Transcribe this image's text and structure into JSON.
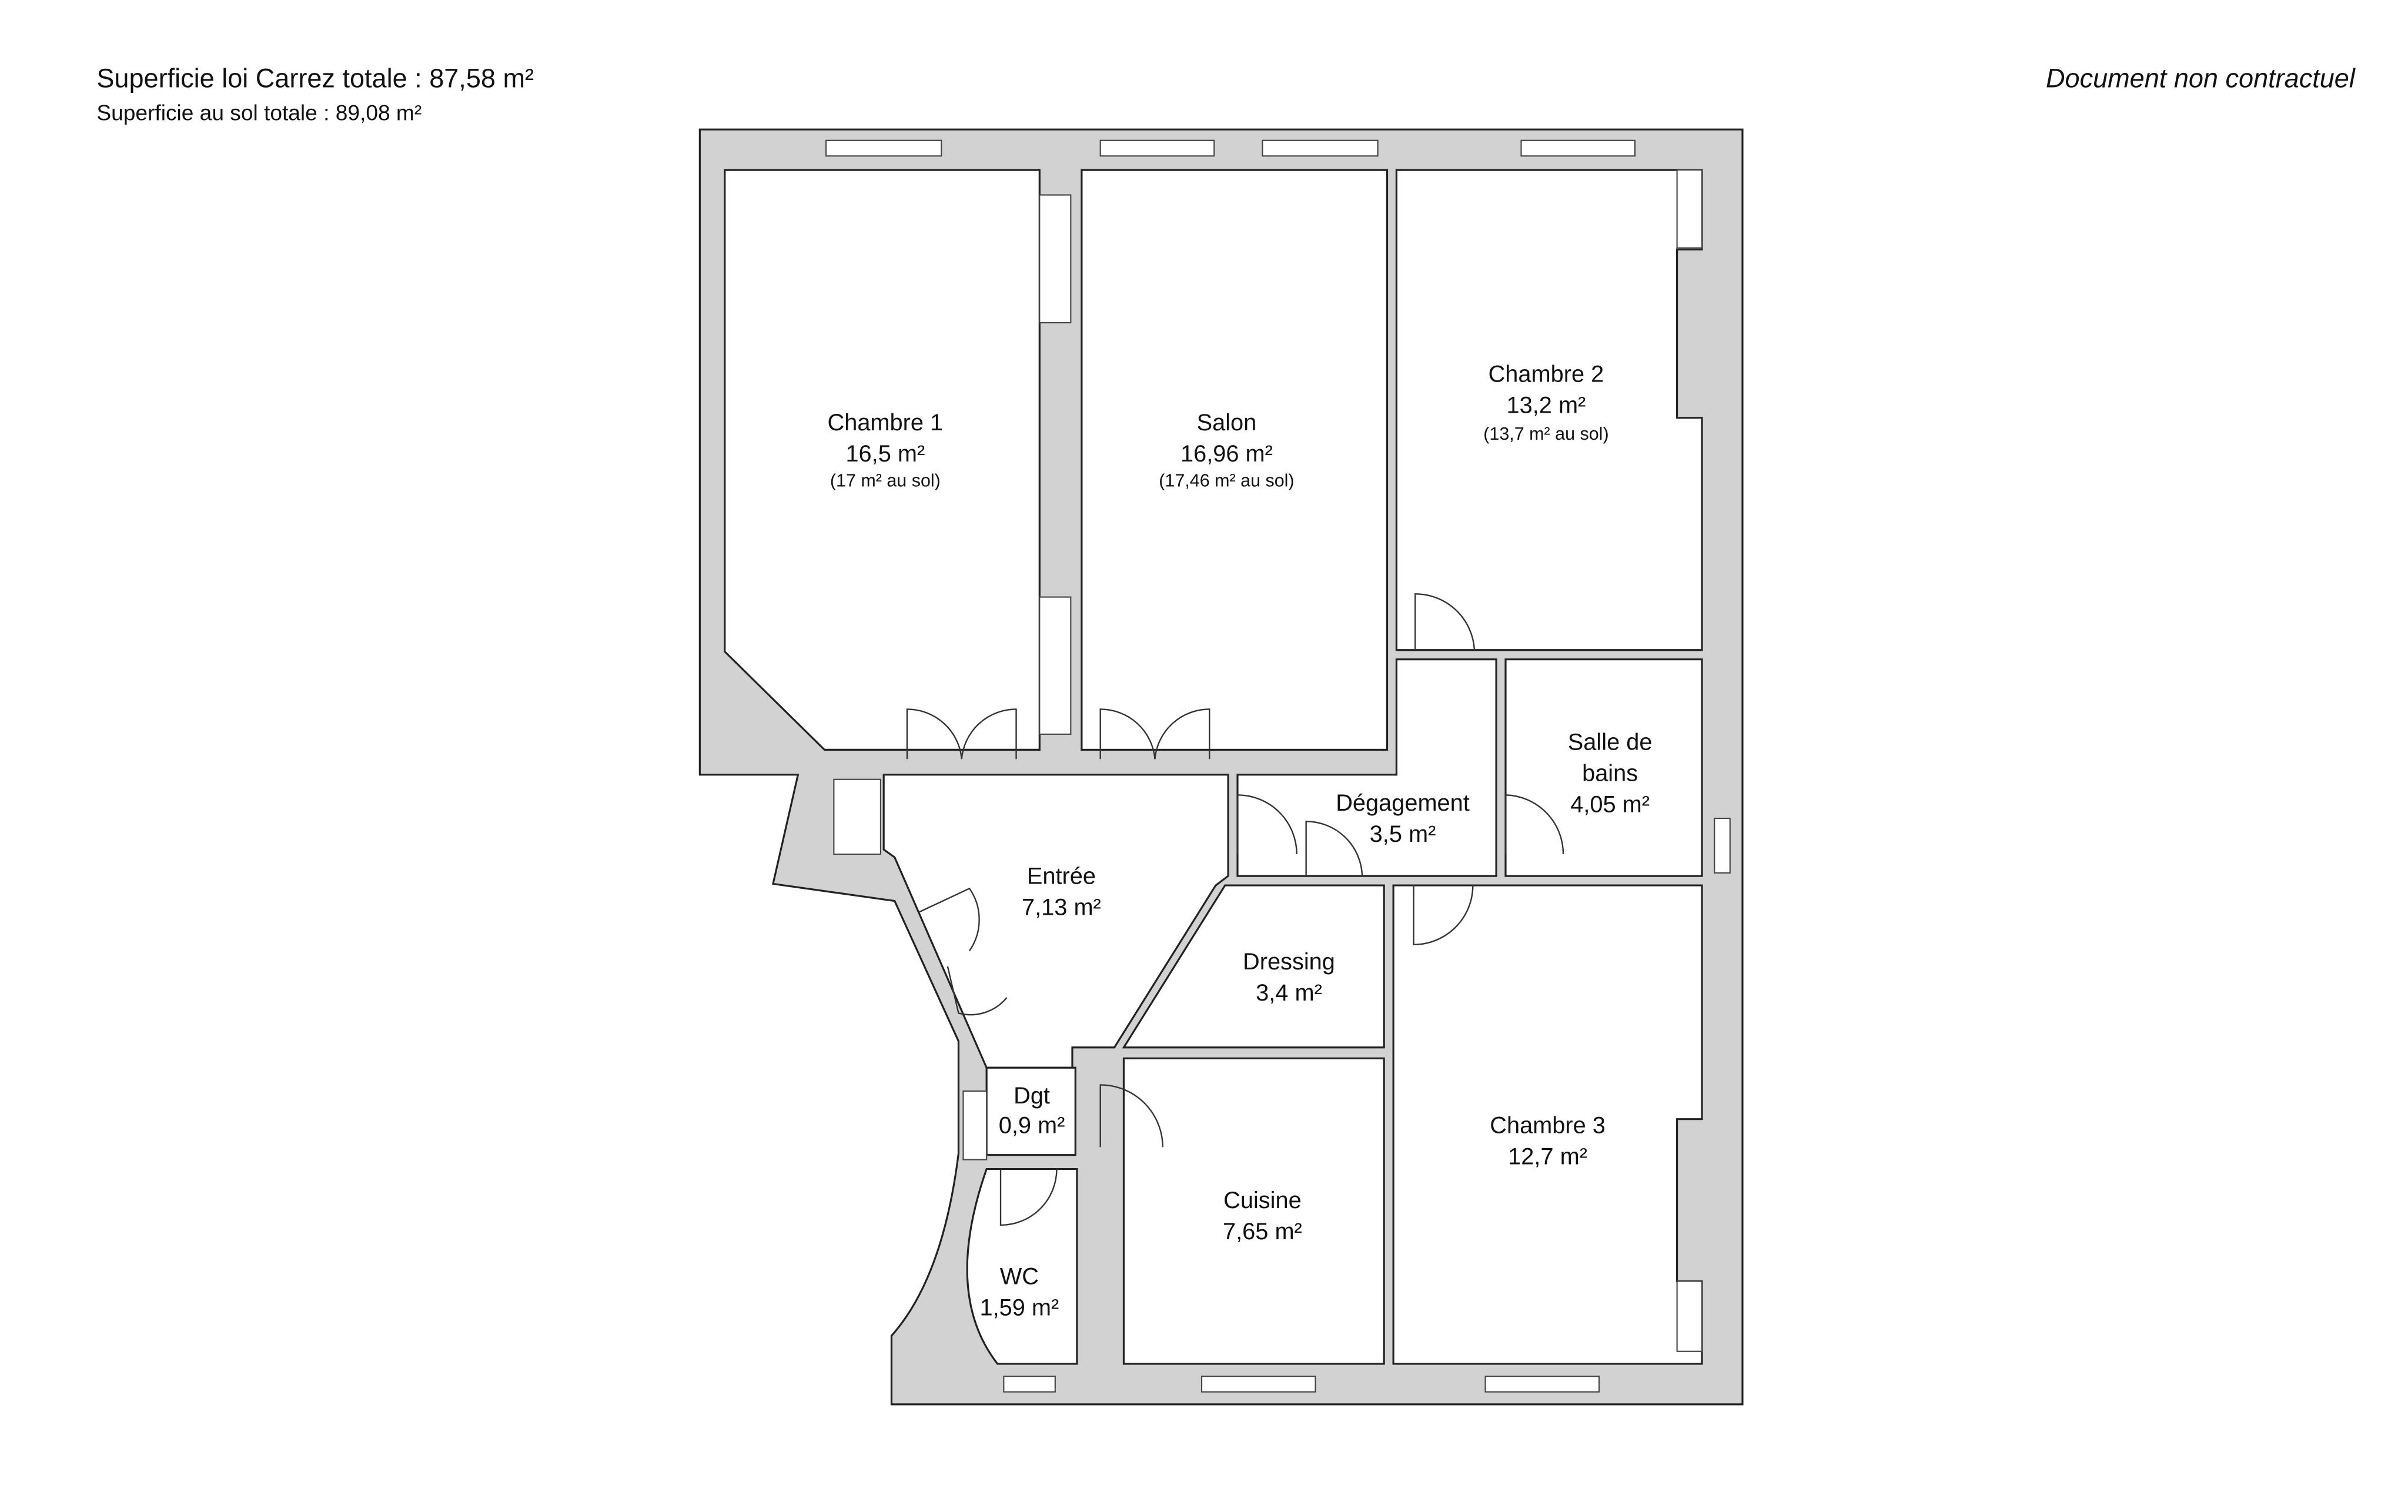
{
  "header": {
    "carrez_total": "Superficie loi Carrez totale :  87,58 m²",
    "sol_total": "Superficie au sol totale :  89,08 m²",
    "disclaimer": "Document non contractuel"
  },
  "rooms": [
    {
      "name": "Chambre 1",
      "area": "16,5 m²",
      "floor": "(17 m² au sol)"
    },
    {
      "name": "Salon",
      "area": "16,96 m²",
      "floor": "(17,46 m² au sol)"
    },
    {
      "name": "Chambre 2",
      "area": "13,2 m²",
      "floor": "(13,7 m² au sol)"
    },
    {
      "name": "Salle de",
      "name2": "bains",
      "area": "4,05 m²"
    },
    {
      "name": "Dégagement",
      "area": "3,5 m²"
    },
    {
      "name": "Entrée",
      "area": "7,13 m²"
    },
    {
      "name": "Dressing",
      "area": "3,4 m²"
    },
    {
      "name": "Dgt",
      "area": "0,9 m²"
    },
    {
      "name": "WC",
      "area": "1,59 m²"
    },
    {
      "name": "Cuisine",
      "area": "7,65 m²"
    },
    {
      "name": "Chambre 3",
      "area": "12,7 m²"
    }
  ]
}
